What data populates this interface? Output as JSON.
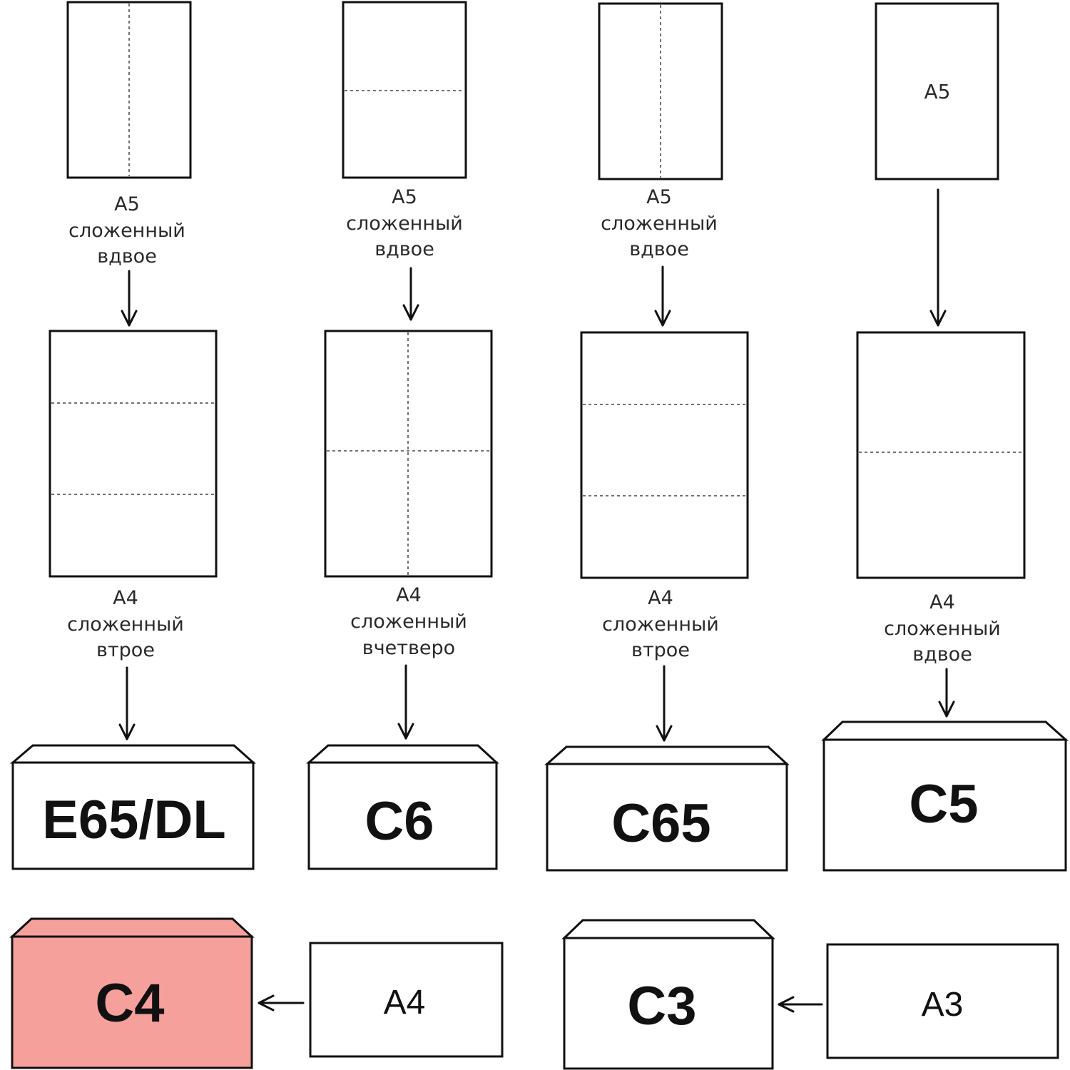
{
  "columns": [
    {
      "top_caption": [
        "A5",
        "сложенный",
        "вдвое"
      ],
      "mid_caption": [
        "A4",
        "сложенный",
        "втрое"
      ],
      "envelope": "E65/DL"
    },
    {
      "top_caption": [
        "A5",
        "сложенный",
        "вдвое"
      ],
      "mid_caption": [
        "A4",
        "сложенный",
        "вчетверо"
      ],
      "envelope": "C6"
    },
    {
      "top_caption": [
        "A5",
        "сложенный",
        "вдвое"
      ],
      "mid_caption": [
        "A4",
        "сложенный",
        "втрое"
      ],
      "envelope": "C65"
    },
    {
      "top_paper_label": "A5",
      "mid_caption": [
        "A4",
        "сложенный",
        "вдвое"
      ],
      "envelope": "C5"
    }
  ],
  "bottom_row": [
    {
      "envelope": "C4",
      "paper": "A4",
      "highlight_color": "#f6a09c"
    },
    {
      "envelope": "C3",
      "paper": "A3"
    }
  ]
}
